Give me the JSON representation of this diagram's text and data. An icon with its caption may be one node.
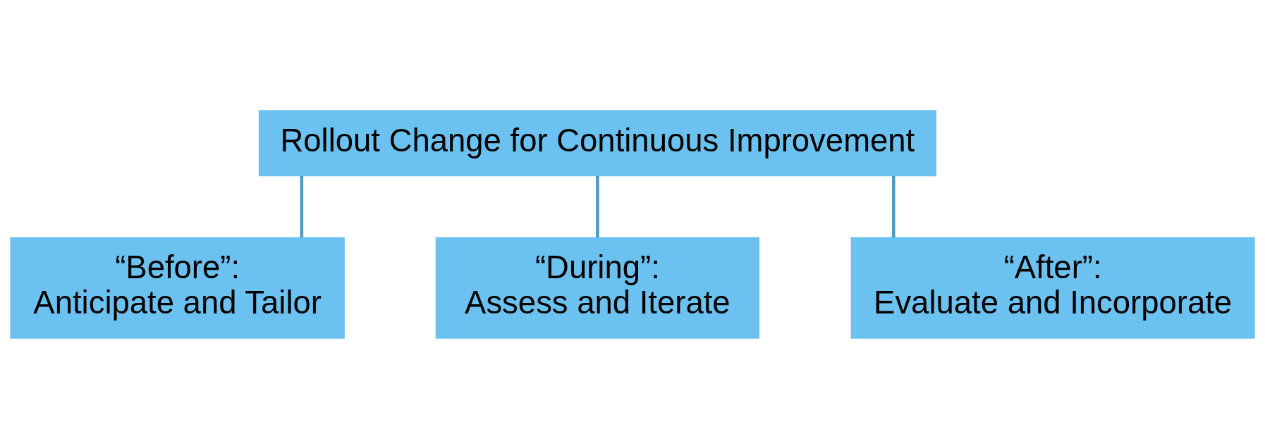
{
  "diagram": {
    "nodes": [
      {
        "text": [
          "Rollout Change for Continuous Improvement"
        ]
      },
      {
        "text": [
          "“Before”:",
          "Anticipate and Tailor"
        ]
      },
      {
        "text": [
          "“During”:",
          "Assess and Iterate"
        ]
      },
      {
        "text": [
          "“After”:",
          "Evaluate and Incorporate"
        ]
      }
    ],
    "edges": [
      {
        "from": 0,
        "to": 1,
        "arrow": "none"
      },
      {
        "from": 0,
        "to": 2,
        "arrow": "none"
      },
      {
        "from": 0,
        "to": 3,
        "arrow": "none"
      }
    ]
  }
}
